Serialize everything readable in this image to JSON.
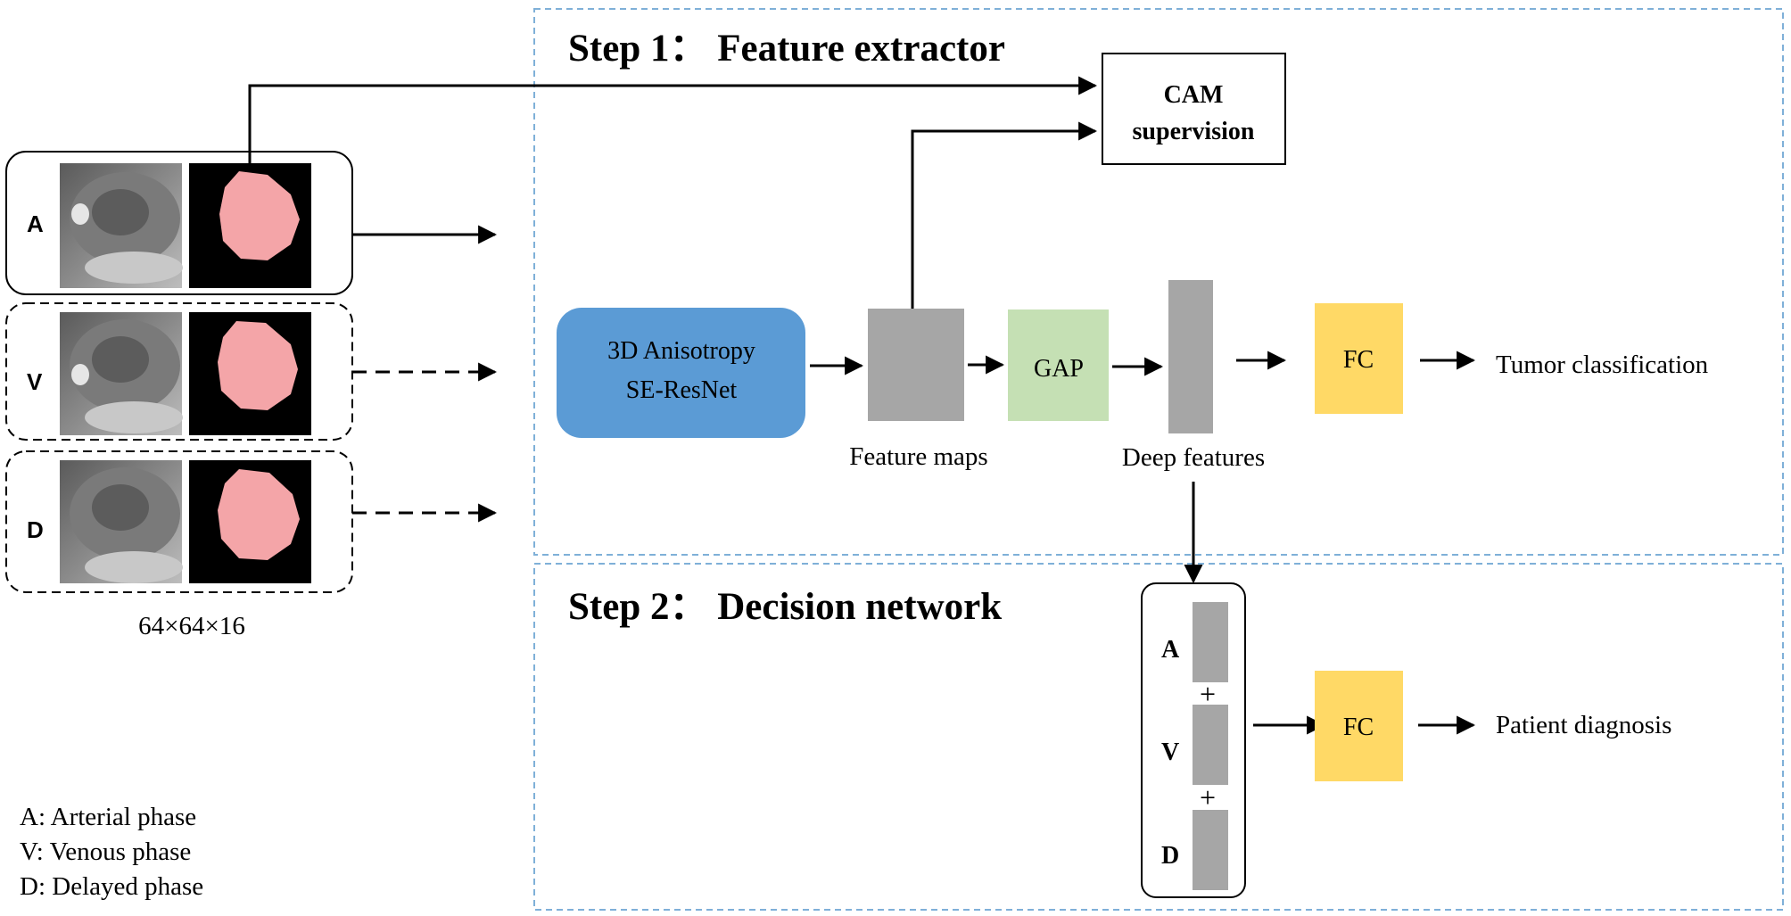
{
  "step1": {
    "title": "Step 1： Feature extractor"
  },
  "step2": {
    "title": "Step 2： Decision network"
  },
  "phases": [
    {
      "letter": "A",
      "style": "solid"
    },
    {
      "letter": "V",
      "style": "dashed"
    },
    {
      "letter": "D",
      "style": "dashed"
    }
  ],
  "input_size": "64×64×16",
  "cam": {
    "line1": "CAM",
    "line2": "supervision"
  },
  "backbone": {
    "line1": "3D Anisotropy",
    "line2": "SE-ResNet"
  },
  "feature_maps_label": "Feature maps",
  "gap_label": "GAP",
  "deep_features_label": "Deep features",
  "fc1_label": "FC",
  "tumor_label": "Tumor classification",
  "concat": {
    "letters": [
      "A",
      "V",
      "D"
    ],
    "plus": "+"
  },
  "fc2_label": "FC",
  "patient_label": "Patient diagnosis",
  "legend": [
    "A: Arterial phase",
    "V: Venous phase",
    "D: Delayed phase"
  ],
  "colors": {
    "backbone": "#5b9bd5",
    "gap": "#c5e0b4",
    "fc": "#ffd966",
    "feature_gray": "#a6a6a6",
    "region_border": "#7fb0d8",
    "mask": "#f4a5a8"
  }
}
